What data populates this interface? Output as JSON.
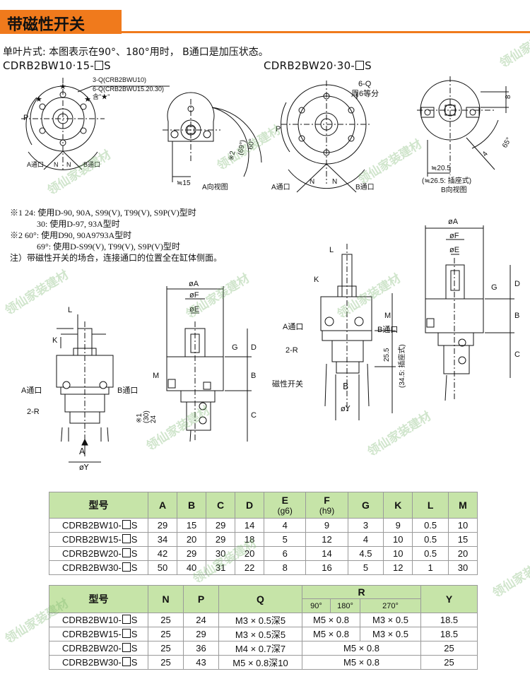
{
  "header": {
    "title": "带磁性开关"
  },
  "intro": {
    "text": "单叶片式: 本图表示在90°、180°用时， B通口是加压状态。"
  },
  "models": {
    "left_label": "CDRB2BW10·15-",
    "right_label": "CDRB2BW20·30-",
    "suffix": "S"
  },
  "drawing_labels": {
    "q3": "3-Q(CRB2BWU10)",
    "q6": "6-Q(CRB2BWU15.20.30)",
    "q_note": "※",
    "p": "P",
    "n": "N",
    "a_port": "A通口",
    "b_port": "B通口",
    "a_view": "A向视图",
    "b_view": "B向视图",
    "dim15": "≒15",
    "ang_note": "※2",
    "ang69": "(69°)",
    "ang60": "60°",
    "q6_right": "6-Q",
    "equal_div": "周6等分",
    "dim8": "8",
    "dim4": "4",
    "ang65": "65°",
    "dim20_5": "≒20.5",
    "dim26_5": "(≒26.5: 插座式)",
    "phiA": "øA",
    "phiF": "øF",
    "phiE": "øE",
    "phiY": "øY",
    "L": "L",
    "K": "K",
    "M": "M",
    "G": "G",
    "D": "D",
    "B": "B",
    "C": "C",
    "A": "A",
    "two_r": "2-R",
    "mag_switch": "磁性开关",
    "note1": "※1",
    "n30": "(30)",
    "n24": "24",
    "dim25_5": "25.5",
    "plug_note": "(34.5: 插座式)"
  },
  "notes": [
    "※1 24: 使用D-90, 90A, S99(V), T99(V), S9P(V)型时",
    "30: 使用D-97, 93A型时",
    "※2 60°: 使用D90, 90A9793A型时",
    "69°: 使用D-S99(V), T99(V), S9P(V)型时",
    "注）带磁性开关的场合，连接通口的位置全在缸体侧面。"
  ],
  "table1": {
    "headers": [
      "型号",
      "A",
      "B",
      "C",
      "D",
      "E",
      "F",
      "G",
      "K",
      "L",
      "M"
    ],
    "sub": {
      "E": "(g6)",
      "F": "(h9)"
    },
    "rows": [
      {
        "model": "CDRB2BW10-",
        "suffix": "S",
        "values": [
          "29",
          "15",
          "29",
          "14",
          "4",
          "9",
          "3",
          "9",
          "0.5",
          "10"
        ]
      },
      {
        "model": "CDRB2BW15-",
        "suffix": "S",
        "values": [
          "34",
          "20",
          "29",
          "18",
          "5",
          "12",
          "4",
          "10",
          "0.5",
          "15"
        ]
      },
      {
        "model": "CDRB2BW20-",
        "suffix": "S",
        "values": [
          "42",
          "29",
          "30",
          "20",
          "6",
          "14",
          "4.5",
          "10",
          "0.5",
          "20"
        ]
      },
      {
        "model": "CDRB2BW30-",
        "suffix": "S",
        "values": [
          "50",
          "40",
          "31",
          "22",
          "8",
          "16",
          "5",
          "12",
          "1",
          "30"
        ]
      }
    ]
  },
  "table2": {
    "headers": [
      "型号",
      "N",
      "P",
      "Q",
      "R",
      "Y"
    ],
    "r_sub": [
      "90°",
      "180°",
      "270°"
    ],
    "rows": [
      {
        "model": "CDRB2BW10-",
        "suffix": "S",
        "N": "25",
        "P": "24",
        "Q": "M3 × 0.5深5",
        "R1": "M5 × 0.8",
        "R2": "M3 × 0.5",
        "Y": "18.5"
      },
      {
        "model": "CDRB2BW15-",
        "suffix": "S",
        "N": "25",
        "P": "29",
        "Q": "M3 × 0.5深5",
        "R1": "M5 × 0.8",
        "R2": "M3 × 0.5",
        "Y": "18.5"
      },
      {
        "model": "CDRB2BW20-",
        "suffix": "S",
        "N": "25",
        "P": "36",
        "Q": "M4 × 0.7深7",
        "R": "M5 × 0.8",
        "Y": "25"
      },
      {
        "model": "CDRB2BW30-",
        "suffix": "S",
        "N": "25",
        "P": "43",
        "Q": "M5 × 0.8深10",
        "R": "M5 × 0.8",
        "Y": "25"
      }
    ]
  },
  "watermark": {
    "text": "领仙家装建材"
  }
}
